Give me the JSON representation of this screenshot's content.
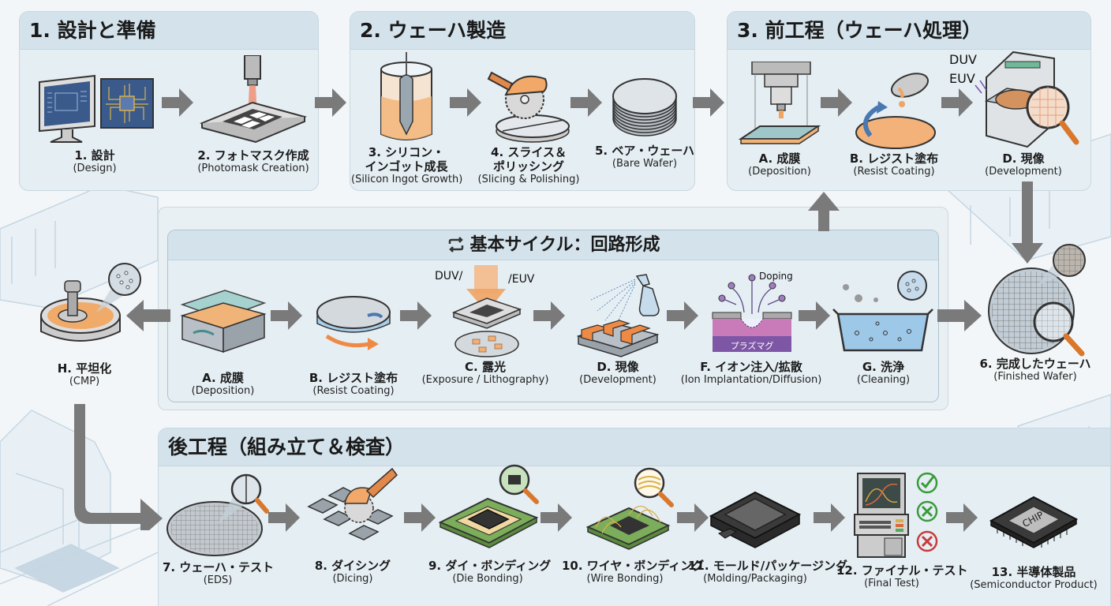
{
  "sections": {
    "design": {
      "title": "1. 設計と準備"
    },
    "wafer": {
      "title": "2. ウェーハ製造"
    },
    "frontend": {
      "title": "3. 前工程（ウェーハ処理）"
    },
    "cycle": {
      "title": "基本サイクル：回路形成",
      "icon": "cycle-arrows-icon"
    },
    "backend": {
      "title": "後工程（組み立て＆検査）"
    }
  },
  "steps": {
    "s1": {
      "jp": "1. 設計",
      "en": "(Design)"
    },
    "s2": {
      "jp": "2. フォトマスク作成",
      "en": "(Photomask Creation)"
    },
    "s3": {
      "jp1": "3. シリコン・",
      "jp2": "インゴット成長",
      "en": "(Silicon Ingot Growth)"
    },
    "s4": {
      "jp1": "4. スライス＆",
      "jp2": "ポリッシング",
      "en": "(Slicing & Polishing)"
    },
    "s5": {
      "jp": "5. ベア・ウェーハ",
      "en": "(Bare Wafer)"
    },
    "fA": {
      "jp": "A. 成膜",
      "en": "(Deposition)"
    },
    "fB": {
      "jp": "B. レジスト塗布",
      "en": "(Resist Coating)"
    },
    "fD": {
      "jp": "D. 現像",
      "en": "(Development)",
      "note1": "DUV",
      "note2": "EUV"
    },
    "cA": {
      "jp": "A. 成膜",
      "en": "(Deposition)"
    },
    "cB": {
      "jp": "B. レジスト塗布",
      "en": "(Resist Coating)"
    },
    "cC": {
      "jp": "C. 露光",
      "en": "(Exposure / Lithography)",
      "note1": "DUV/",
      "note2": "/EUV"
    },
    "cD": {
      "jp": "D. 現像",
      "en": "(Development)"
    },
    "cF": {
      "jp": "F. イオン注入/拡散",
      "en": "(Ion Implantation/Diffusion)",
      "note": "Doping",
      "plasma": "プラズマグ"
    },
    "cG": {
      "jp": "G. 洗浄",
      "en": "(Cleaning)"
    },
    "cH": {
      "jp": "H. 平坦化",
      "en": "(CMP)"
    },
    "s6": {
      "jp": "6. 完成したウェーハ",
      "en": "(Finished Wafer)"
    },
    "s7": {
      "jp": "7. ウェーハ・テスト",
      "en": "(EDS)"
    },
    "s8": {
      "jp": "8. ダイシング",
      "en": "(Dicing)"
    },
    "s9": {
      "jp": "9. ダイ・ボンディング",
      "en": "(Die Bonding)"
    },
    "s10": {
      "jp": "10. ワイヤ・ボンディング",
      "en": "(Wire Bonding)"
    },
    "s11": {
      "jp": "11. モールド/パッケージング",
      "en": "(Molding/Packaging)"
    },
    "s12": {
      "jp": "12. ファイナル・テスト",
      "en": "(Final Test)"
    },
    "s13": {
      "jp": "13. 半導体製品",
      "en": "(Semiconductor Product)",
      "chip_text": "CHIP"
    }
  },
  "colors": {
    "arrow": "#7a7a7a",
    "orange": "#f0a464",
    "panel_bg": "#e5eef3",
    "panel_head": "#d3e2eb",
    "pass": "#3a9a3a",
    "fail": "#c93a3a"
  }
}
